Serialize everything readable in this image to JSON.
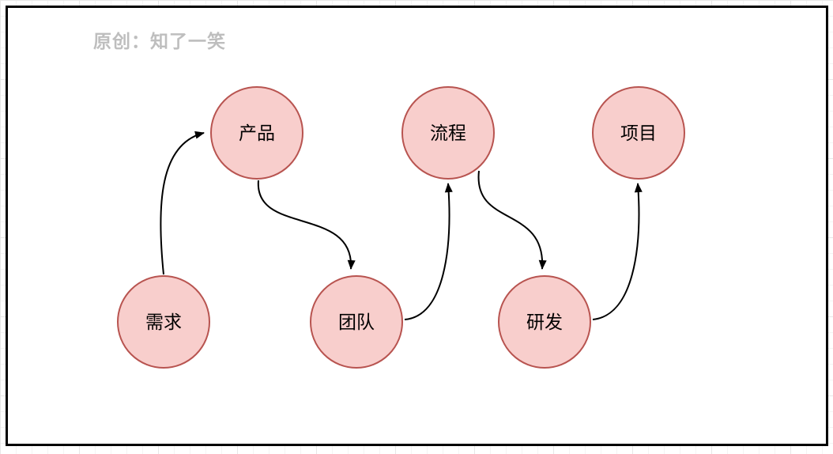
{
  "watermark": {
    "text": "原创：知了一笑"
  },
  "diagram": {
    "type": "flow-diagram",
    "nodes": [
      {
        "id": "demand",
        "label": "需求"
      },
      {
        "id": "product",
        "label": "产品"
      },
      {
        "id": "team",
        "label": "团队"
      },
      {
        "id": "process",
        "label": "流程"
      },
      {
        "id": "rnd",
        "label": "研发"
      },
      {
        "id": "project",
        "label": "项目"
      }
    ],
    "edges": [
      {
        "from": "需求",
        "to": "产品"
      },
      {
        "from": "产品",
        "to": "团队"
      },
      {
        "from": "团队",
        "to": "流程"
      },
      {
        "from": "流程",
        "to": "研发"
      },
      {
        "from": "研发",
        "to": "项目"
      }
    ],
    "colors": {
      "node_fill": "#F8CECC",
      "node_stroke": "#B85450",
      "edge_stroke": "#000000",
      "watermark_text": "#BEBEBE",
      "canvas_border": "#000000",
      "grid_line": "#E7E7E7"
    }
  }
}
